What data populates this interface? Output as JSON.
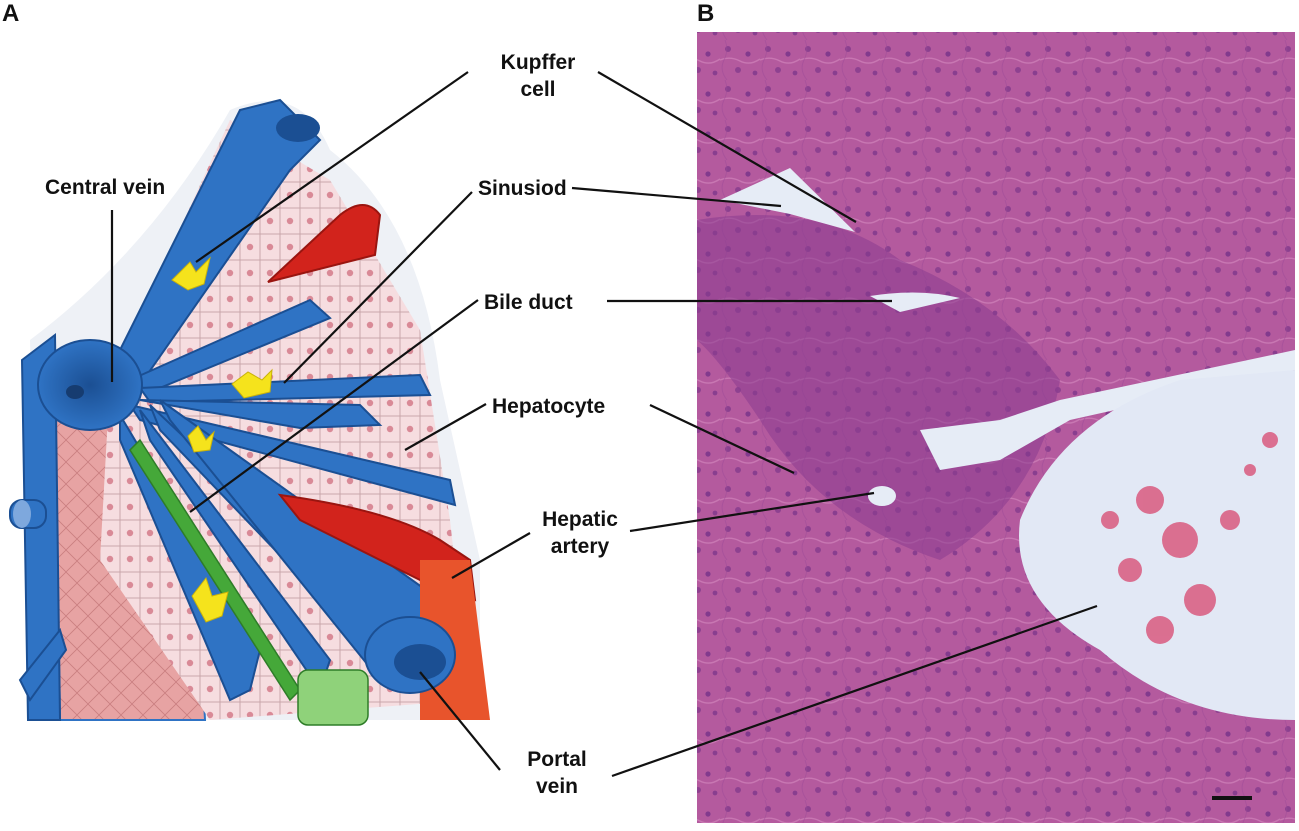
{
  "figure": {
    "panel_a_letter": "A",
    "panel_b_letter": "B",
    "labels": {
      "kupffer_line1": "Kupffer",
      "kupffer_line2": "cell",
      "central_vein": "Central vein",
      "sinusoid": "Sinusiod",
      "bile_duct": "Bile duct",
      "hepatocyte": "Hepatocyte",
      "hepatic_line1": "Hepatic",
      "hepatic_line2": "artery",
      "portal_line1": "Portal",
      "portal_line2": "vein"
    }
  },
  "colors": {
    "vessel_blue": "#2f73c4",
    "vessel_blue_dark": "#1b4f93",
    "hepatocyte_pink": "#f6dde0",
    "cell_nucleus": "#d98a97",
    "artery_red": "#d2231c",
    "artery_orange": "#e8542c",
    "bile_green": "#45a839",
    "kupffer_yellow": "#f5e31c",
    "tissue_pink": "#b45a9e",
    "tissue_dark": "#6c2c86",
    "lumen": "#dfe6f4",
    "leader_line": "#111111"
  }
}
